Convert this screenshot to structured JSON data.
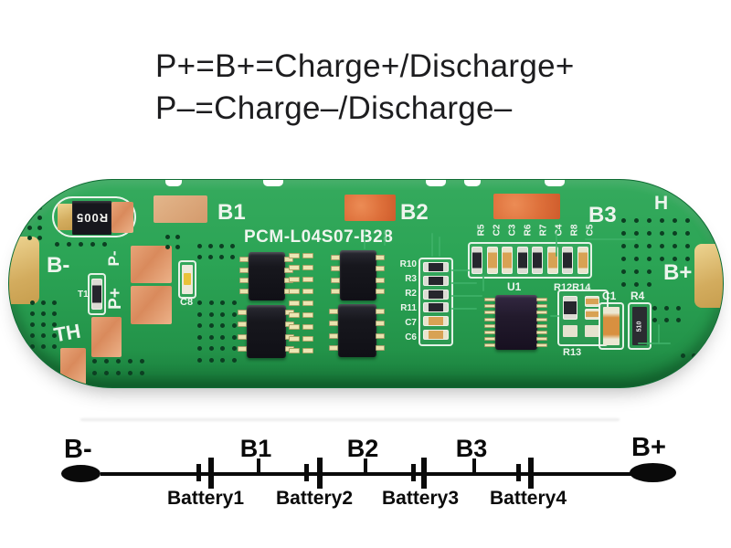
{
  "title": {
    "line1": "P+=B+=Charge+/Discharge+",
    "line2": "P–=Charge–/Discharge–"
  },
  "pcb": {
    "model": "PCM-L04S07-B28",
    "shunt_marking": "R005",
    "labels": {
      "b_minus": "B-",
      "b1": "B1",
      "b2": "B2",
      "b3": "B3",
      "b_plus": "B+",
      "h": "H",
      "th": "TH",
      "p_minus": "P-",
      "p_plus": "P+",
      "t1": "T1",
      "c8": "C8",
      "u1": "U1",
      "r12_r14": "R12R14",
      "r13": "R13",
      "c1": "C1",
      "r4": "R4"
    },
    "column_refs": [
      "R10",
      "R3",
      "R2",
      "R11",
      "C7",
      "C6"
    ],
    "bank_refs": [
      "R5",
      "C2",
      "C3",
      "R6",
      "R7",
      "C4",
      "R8",
      "C5"
    ],
    "r4_marking": "510"
  },
  "diagram": {
    "left_terminal": "B-",
    "right_terminal": "B+",
    "taps": [
      "B1",
      "B2",
      "B3"
    ],
    "batteries": [
      "Battery1",
      "Battery2",
      "Battery3",
      "Battery4"
    ]
  },
  "colors": {
    "background": "#ffffff",
    "ink": "#1d1d1f",
    "diagram_ink": "#0a0a0a",
    "pcb_green": "#2ba455",
    "pcb_edge": "#0f6b33",
    "silkscreen": "#eef5ee",
    "copper_pad": "#dd8a58",
    "copper_pad_hot": "#dc6f3a",
    "gold_pad": "#d9b56c",
    "trace": "#3fb269"
  }
}
